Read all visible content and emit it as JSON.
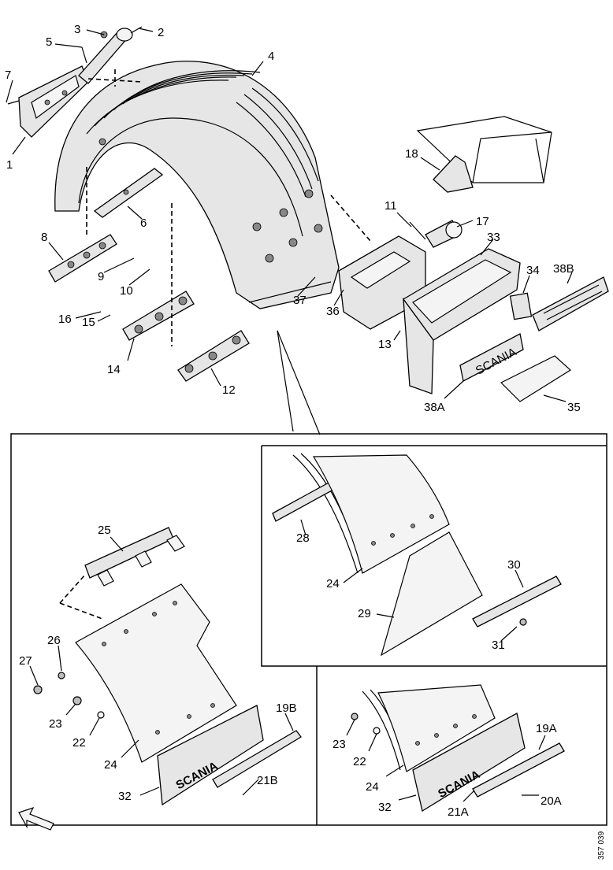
{
  "document": {
    "doc_code": "357 039"
  },
  "callouts": {
    "c1": "1",
    "c2": "2",
    "c3": "3",
    "c4": "4",
    "c5": "5",
    "c6a": "6",
    "c6b": "6",
    "c7": "7",
    "c8": "8",
    "c9": "9",
    "c10": "10",
    "c11": "11",
    "c12": "12",
    "c13": "13",
    "c14": "14",
    "c15": "15",
    "c16": "16",
    "c17": "17",
    "c18": "18",
    "c33": "33",
    "c34": "34",
    "c35": "35",
    "c36": "36",
    "c37": "37",
    "c38A": "38A",
    "c38B": "38B",
    "d25": "25",
    "d26": "26",
    "d27": "27",
    "d23": "23",
    "d22": "22",
    "d24": "24",
    "d32": "32",
    "d19B": "19B",
    "d21B": "21B",
    "e28": "28",
    "e24": "24",
    "e29": "29",
    "e30": "30",
    "e31": "31",
    "f23": "23",
    "f22": "22",
    "f24": "24",
    "f32": "32",
    "f19A": "19A",
    "f21A": "21A",
    "f20A": "20A"
  },
  "icons": {
    "direction": "arrow-direction-icon"
  }
}
